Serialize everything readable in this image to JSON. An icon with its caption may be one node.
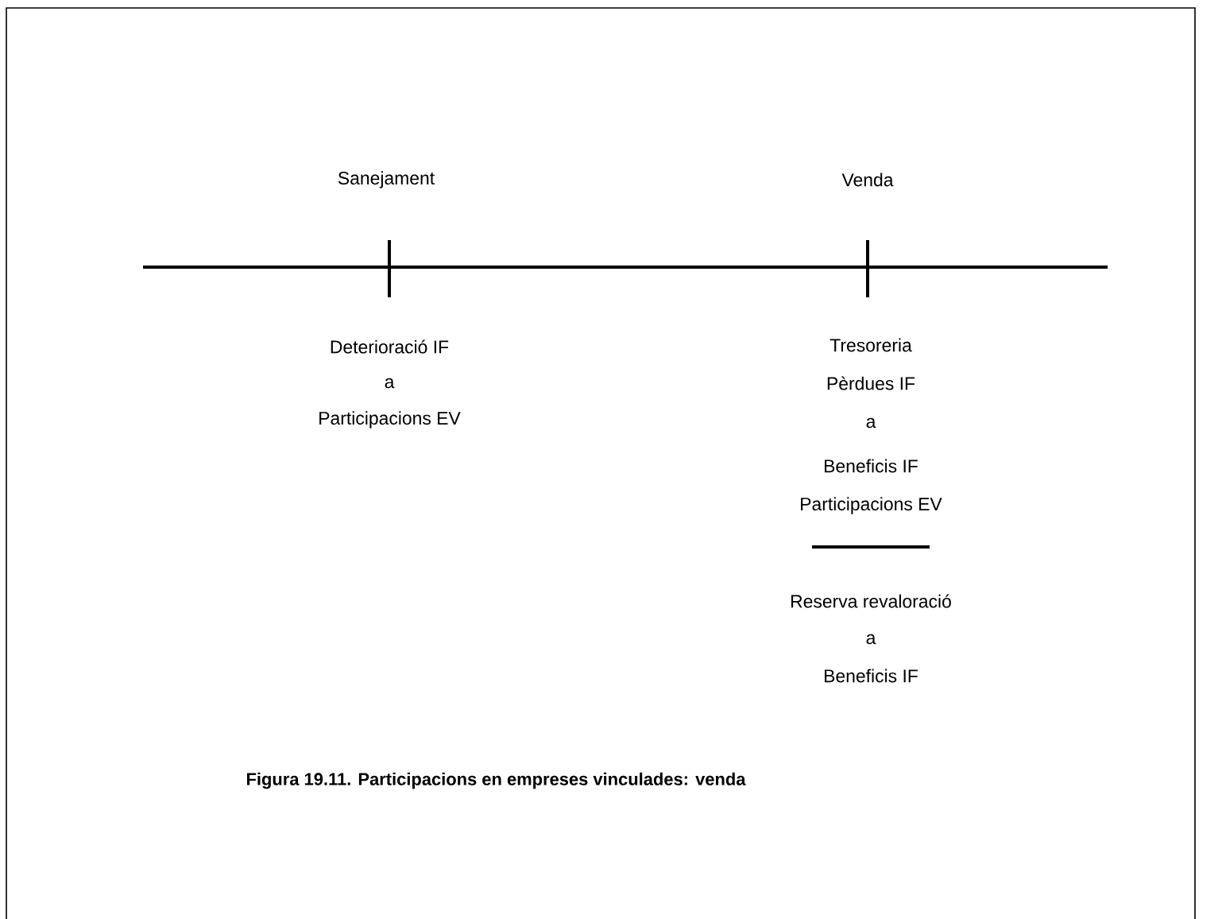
{
  "diagram": {
    "caption": "Figura 19.11. Participacions en empreses vinculades: venda",
    "labels": [
      "Sanejament",
      "Venda",
      "Deterioració IF",
      "a",
      "Participacions EV",
      "Tresoreria",
      "Pèrdues IF",
      "a",
      "Beneficis IF",
      "Participacions EV",
      "Reserva revaloració",
      "a",
      "Beneficis IF"
    ]
  }
}
